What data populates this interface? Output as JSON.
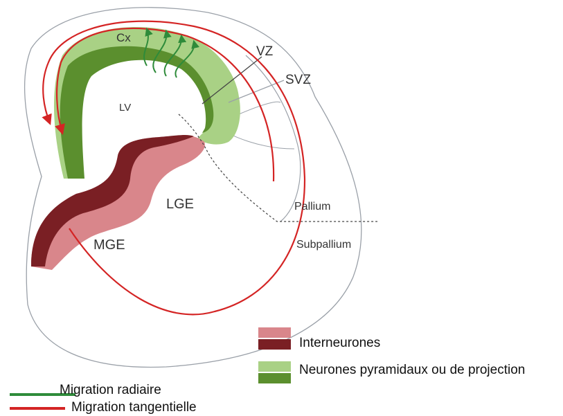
{
  "labels": {
    "cx": "Cx",
    "vz": "VZ",
    "svz": "SVZ",
    "lv": "LV",
    "lge": "LGE",
    "mge": "MGE",
    "pallium": "Pallium",
    "subpallium": "Subpallium"
  },
  "legend": {
    "interneurons": "Interneurones",
    "pyramidal": "Neurones pyramidaux ou de projection",
    "radial": "Migration radiaire",
    "tangential": "Migration tangentielle"
  },
  "colors": {
    "interneuron_light": "#d9868b",
    "interneuron_dark": "#7a1f24",
    "pyramidal_light": "#a9d185",
    "pyramidal_dark": "#5b8f2e",
    "radial_arrow": "#2e8b3a",
    "tangential_arrow": "#d42424",
    "outline": "#9aa0a8"
  }
}
